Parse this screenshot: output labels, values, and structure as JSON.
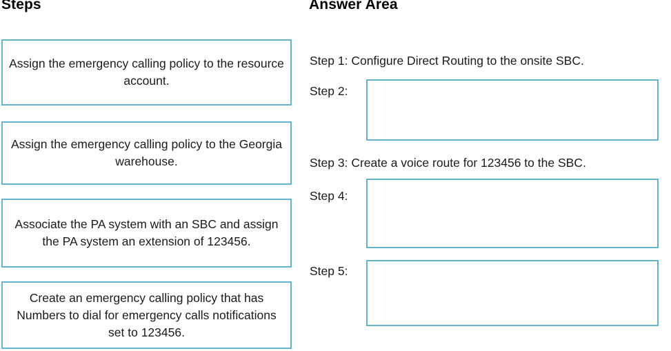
{
  "accent_color": "#63b3cd",
  "text_color": "#1b1b1b",
  "steps_panel": {
    "heading": "Steps",
    "tiles": [
      {
        "id": "tile-0",
        "text": "Assign the emergency calling policy to the resource account."
      },
      {
        "id": "tile-1",
        "text": "Assign the emergency calling policy to the Georgia warehouse."
      },
      {
        "id": "tile-2",
        "text": "Associate the PA system with an SBC and assign the PA system an extension of 123456."
      },
      {
        "id": "tile-3",
        "text": "Create an emergency calling policy that has Numbers to dial for emergency calls notifications set to 123456."
      }
    ]
  },
  "answer_panel": {
    "heading": "Answer Area",
    "filled_steps": [
      {
        "label": "Step 1:",
        "text": "Step 1: Configure Direct Routing to the onsite SBC."
      },
      {
        "label": "Step 3:",
        "text": "Step 3: Create a voice route for 123456 to the SBC."
      }
    ],
    "empty_slots": [
      {
        "label": "Step 2:",
        "value": ""
      },
      {
        "label": "Step 4:",
        "value": ""
      },
      {
        "label": "Step 5:",
        "value": ""
      }
    ]
  }
}
